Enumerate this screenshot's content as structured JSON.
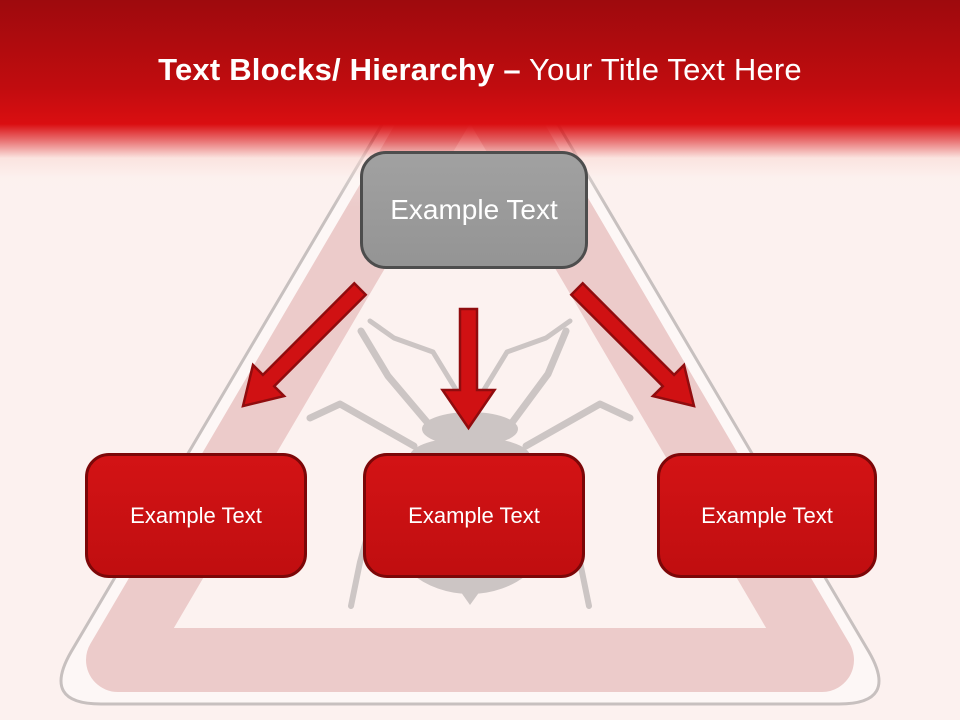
{
  "slide": {
    "title": {
      "bold": "Text Blocks/ Hierarchy –",
      "regular": "Your Title Text Here"
    },
    "root_block": {
      "label": "Example Text"
    },
    "child_blocks": [
      {
        "label": "Example Text"
      },
      {
        "label": "Example Text"
      },
      {
        "label": "Example Text"
      }
    ],
    "decor": {
      "sign_icon": "warning-triangle-sign-icon",
      "bug_icon": "bug-silhouette-icon",
      "arrow_icons": [
        "arrow-down-left-icon",
        "arrow-down-icon",
        "arrow-down-right-icon"
      ]
    },
    "colors": {
      "header_red_dark": "#9e0a0d",
      "header_red_bright": "#da0e11",
      "background": "#fcf1ef",
      "band_pink": "#eccbca",
      "outline_gray": "#c7c0bf",
      "bug_gray": "#c9c2c1",
      "root_block_fill": "#999999",
      "root_block_border": "#4d4d4d",
      "child_block_fill": "#cb1012",
      "child_block_border": "#7c0708",
      "arrow_red": "#d01113",
      "text_white": "#ffffff"
    }
  }
}
